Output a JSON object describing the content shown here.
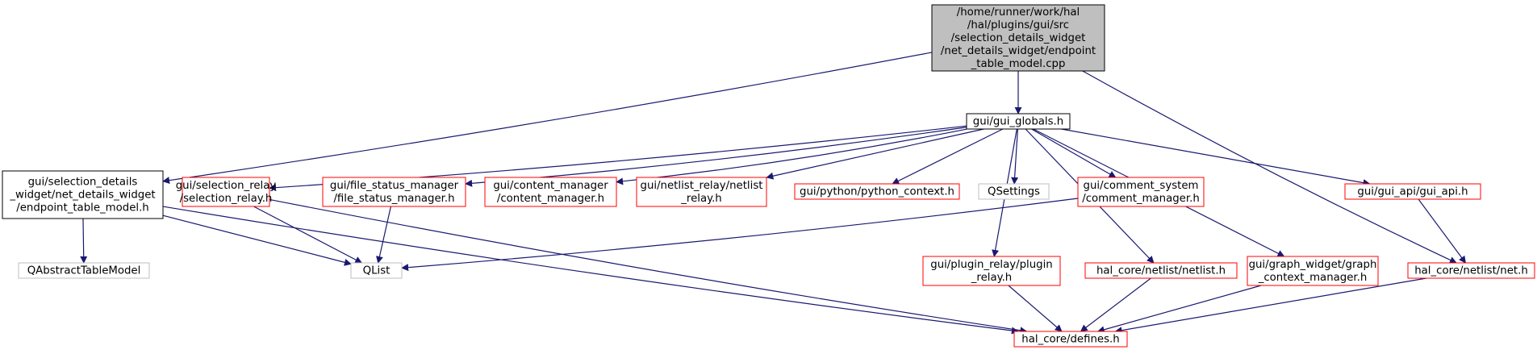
{
  "colors": {
    "edge": "#191970",
    "node_black": "#000000",
    "node_red": "#ff0000",
    "node_grey": "#bfbfbf",
    "focus_fill": "#bfbfbf"
  },
  "nodes": [
    {
      "id": "root",
      "style": "focus",
      "lines": [
        "/home/runner/work/hal",
        "/hal/plugins/gui/src",
        "/selection_details_widget",
        "/net_details_widget/endpoint",
        "_table_model.cpp"
      ]
    },
    {
      "id": "gui_globals",
      "style": "black",
      "lines": [
        "gui/gui_globals.h"
      ]
    },
    {
      "id": "endpoint_h",
      "style": "black",
      "lines": [
        "gui/selection_details",
        "_widget/net_details_widget",
        "/endpoint_table_model.h"
      ]
    },
    {
      "id": "selection_relay",
      "style": "red",
      "lines": [
        "gui/selection_relay",
        "/selection_relay.h"
      ]
    },
    {
      "id": "file_status",
      "style": "red",
      "lines": [
        "gui/file_status_manager",
        "/file_status_manager.h"
      ]
    },
    {
      "id": "content_manager",
      "style": "red",
      "lines": [
        "gui/content_manager",
        "/content_manager.h"
      ]
    },
    {
      "id": "netlist_relay",
      "style": "red",
      "lines": [
        "gui/netlist_relay/netlist",
        "_relay.h"
      ]
    },
    {
      "id": "python_context",
      "style": "red",
      "lines": [
        "gui/python/python_context.h"
      ]
    },
    {
      "id": "qsettings",
      "style": "grey",
      "lines": [
        "QSettings"
      ]
    },
    {
      "id": "comment_manager",
      "style": "red",
      "lines": [
        "gui/comment_system",
        "/comment_manager.h"
      ]
    },
    {
      "id": "gui_api",
      "style": "red",
      "lines": [
        "gui/gui_api/gui_api.h"
      ]
    },
    {
      "id": "qabstract",
      "style": "grey",
      "lines": [
        "QAbstractTableModel"
      ]
    },
    {
      "id": "qlist",
      "style": "grey",
      "lines": [
        "QList"
      ]
    },
    {
      "id": "plugin_relay",
      "style": "red",
      "lines": [
        "gui/plugin_relay/plugin",
        "_relay.h"
      ]
    },
    {
      "id": "netlist_h",
      "style": "red",
      "lines": [
        "hal_core/netlist/netlist.h"
      ]
    },
    {
      "id": "graph_context",
      "style": "red",
      "lines": [
        "gui/graph_widget/graph",
        "_context_manager.h"
      ]
    },
    {
      "id": "net_h",
      "style": "red",
      "lines": [
        "hal_core/netlist/net.h"
      ]
    },
    {
      "id": "defines",
      "style": "red",
      "lines": [
        "hal_core/defines.h"
      ]
    }
  ],
  "edges": [
    [
      "root",
      "gui_globals"
    ],
    [
      "root",
      "endpoint_h"
    ],
    [
      "root",
      "net_h"
    ],
    [
      "gui_globals",
      "selection_relay"
    ],
    [
      "gui_globals",
      "file_status"
    ],
    [
      "gui_globals",
      "content_manager"
    ],
    [
      "gui_globals",
      "netlist_relay"
    ],
    [
      "gui_globals",
      "python_context"
    ],
    [
      "gui_globals",
      "qsettings"
    ],
    [
      "gui_globals",
      "comment_manager"
    ],
    [
      "gui_globals",
      "gui_api"
    ],
    [
      "gui_globals",
      "plugin_relay"
    ],
    [
      "gui_globals",
      "netlist_h"
    ],
    [
      "gui_globals",
      "graph_context"
    ],
    [
      "endpoint_h",
      "qabstract"
    ],
    [
      "endpoint_h",
      "qlist"
    ],
    [
      "endpoint_h",
      "defines"
    ],
    [
      "selection_relay",
      "qlist"
    ],
    [
      "selection_relay",
      "defines"
    ],
    [
      "file_status",
      "qlist"
    ],
    [
      "comment_manager",
      "qlist"
    ],
    [
      "plugin_relay",
      "defines"
    ],
    [
      "netlist_h",
      "defines"
    ],
    [
      "graph_context",
      "defines"
    ],
    [
      "gui_api",
      "net_h"
    ],
    [
      "net_h",
      "defines"
    ]
  ]
}
